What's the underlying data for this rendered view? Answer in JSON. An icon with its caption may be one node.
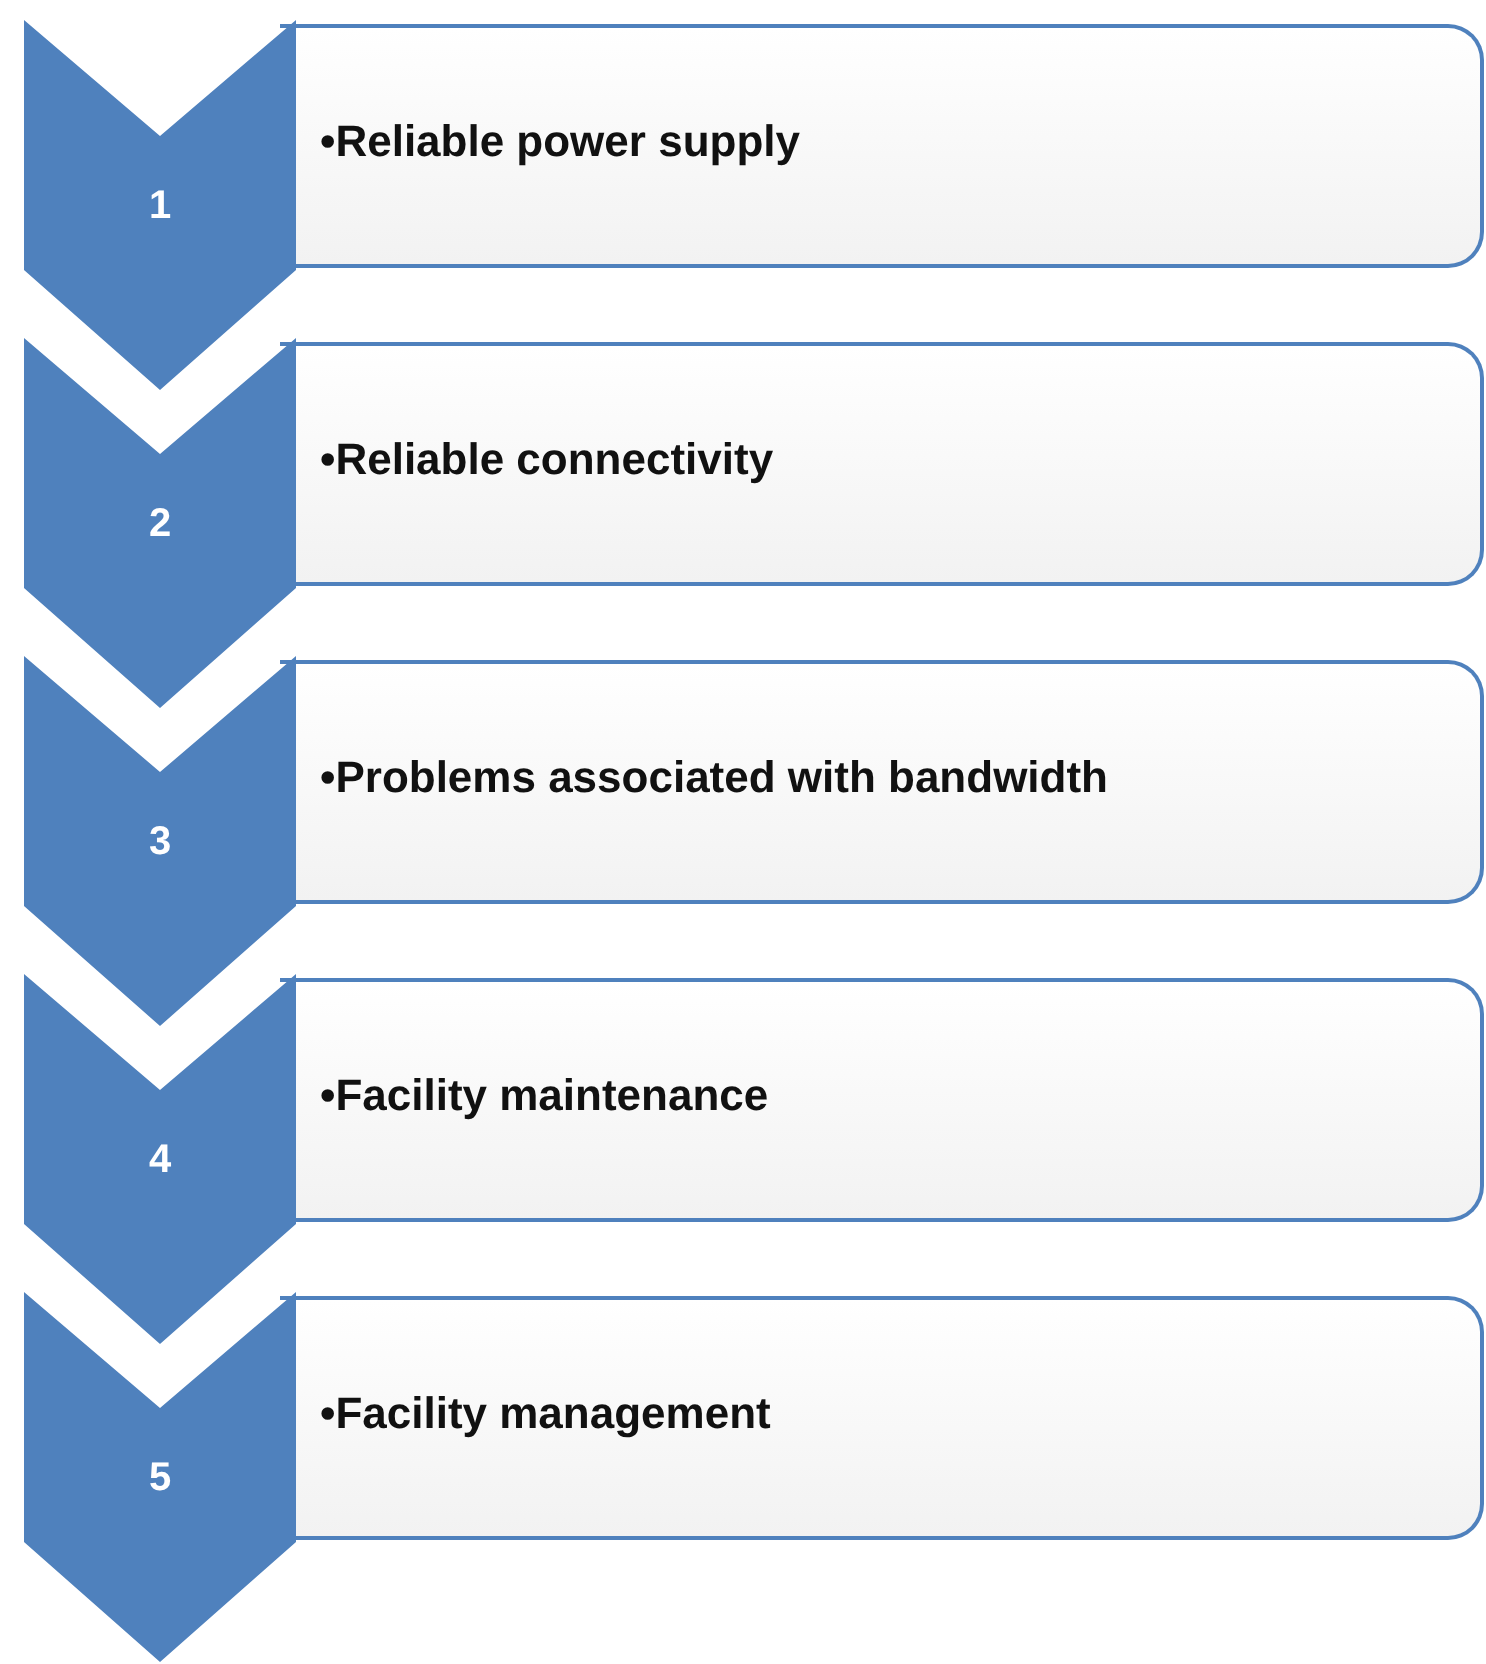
{
  "diagram": {
    "nodes": [
      {
        "text": [
          "1"
        ]
      },
      {
        "text": [
          "•Reliable power supply"
        ]
      },
      {
        "text": [
          "2"
        ]
      },
      {
        "text": [
          "•Reliable connectivity"
        ]
      },
      {
        "text": [
          "3"
        ]
      },
      {
        "text": [
          "•Problems associated with bandwidth"
        ]
      },
      {
        "text": [
          "4"
        ]
      },
      {
        "text": [
          "•Facility maintenance"
        ]
      },
      {
        "text": [
          "5"
        ]
      },
      {
        "text": [
          "•Facility management"
        ]
      }
    ]
  }
}
